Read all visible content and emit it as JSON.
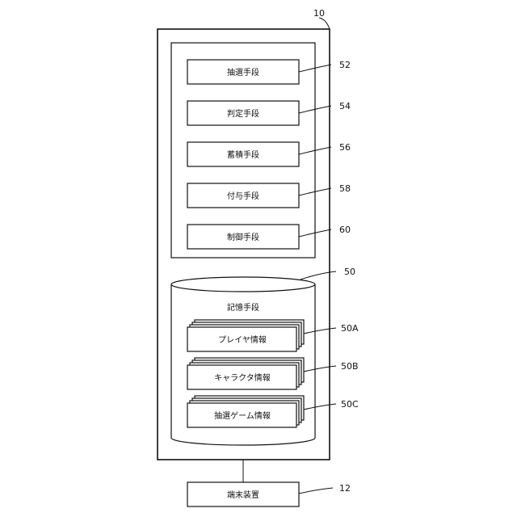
{
  "server": {
    "ref": "10"
  },
  "control_unit": {
    "means": [
      {
        "label": "抽選手段",
        "ref": "52"
      },
      {
        "label": "判定手段",
        "ref": "54"
      },
      {
        "label": "蓄積手段",
        "ref": "56"
      },
      {
        "label": "付与手段",
        "ref": "58"
      },
      {
        "label": "制御手段",
        "ref": "60"
      }
    ]
  },
  "storage": {
    "label": "記憶手段",
    "ref": "50",
    "items": [
      {
        "label": "プレイヤ情報",
        "ref": "50A"
      },
      {
        "label": "キャラクタ情報",
        "ref": "50B"
      },
      {
        "label": "抽選ゲーム情報",
        "ref": "50C"
      }
    ]
  },
  "terminal": {
    "label": "端末装置",
    "ref": "12"
  }
}
